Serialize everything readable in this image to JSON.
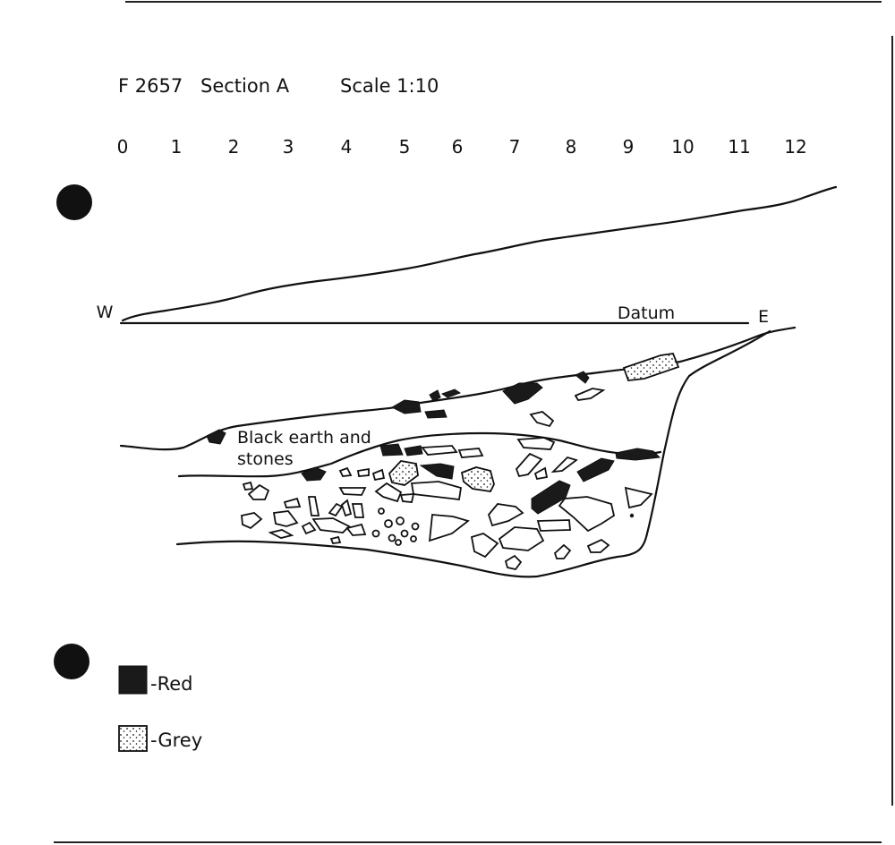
{
  "header": {
    "feature": "F 2657",
    "section": "Section A",
    "scale": "Scale 1:10"
  },
  "scale_bar": {
    "ticks": [
      "0",
      "1",
      "2",
      "3",
      "4",
      "5",
      "6",
      "7",
      "8",
      "9",
      "10",
      "11",
      "12"
    ]
  },
  "section": {
    "west_label": "W",
    "east_label": "E",
    "datum_label": "Datum",
    "fill_label_line1": "Black earth and",
    "fill_label_line2": "stones"
  },
  "legend": {
    "items": [
      {
        "symbol": "red-block",
        "label": "-Red"
      },
      {
        "symbol": "grey-dotted-block",
        "label": "-Grey"
      }
    ]
  },
  "colors": {
    "ink": "#111111",
    "paper": "#ffffff"
  }
}
